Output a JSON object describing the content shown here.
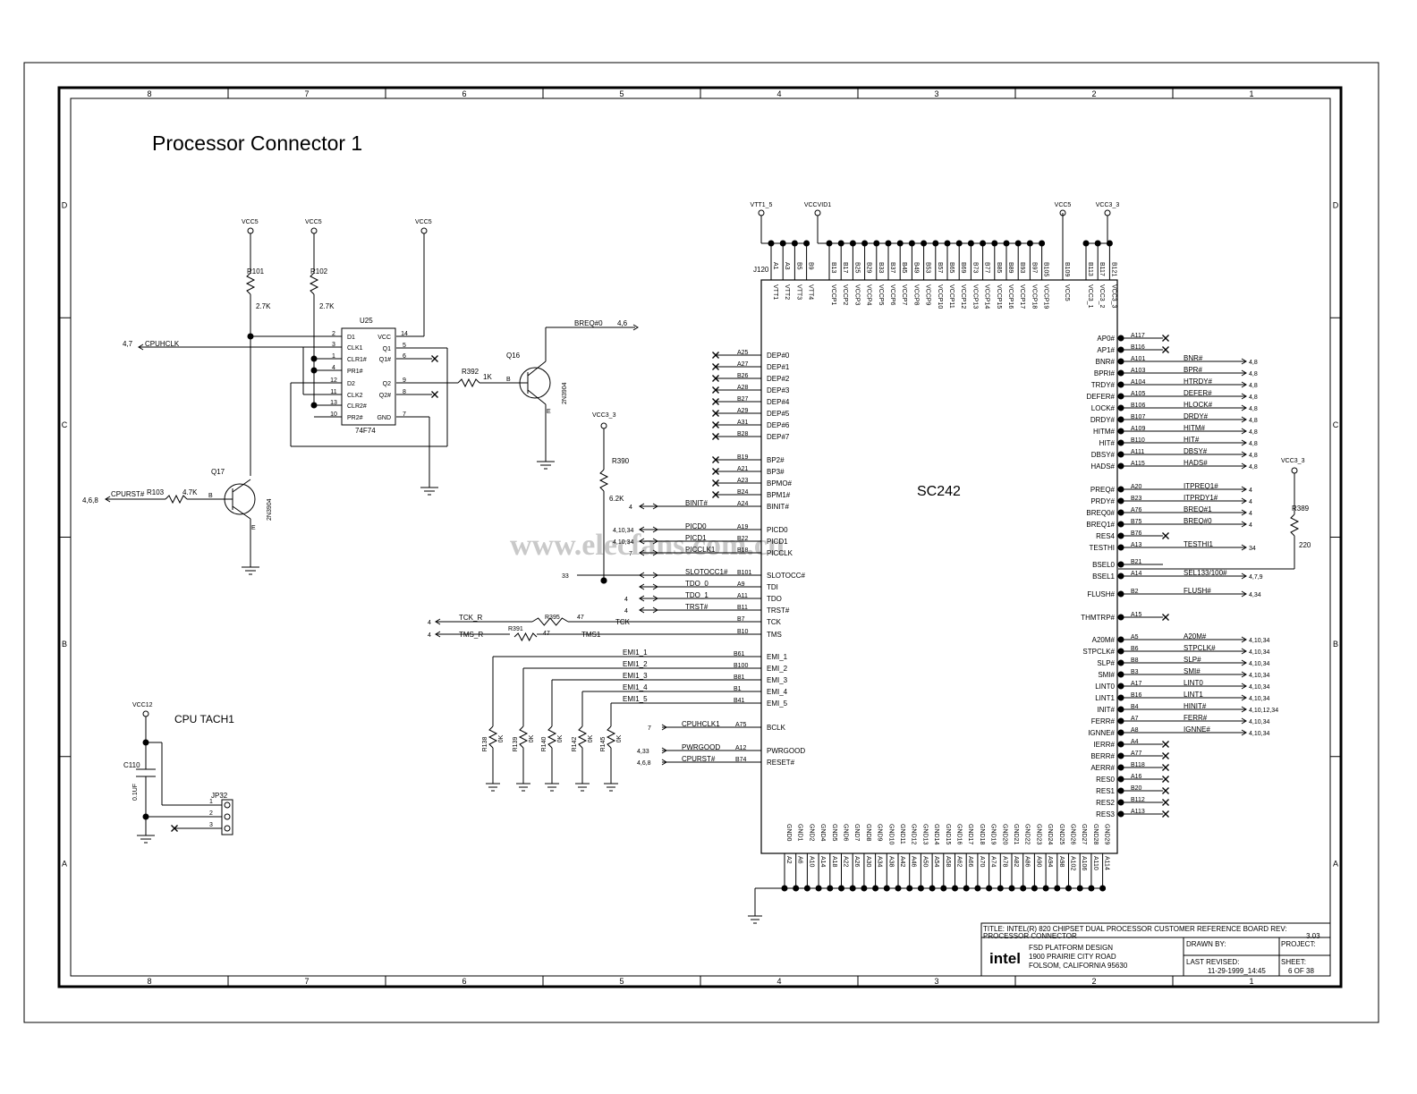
{
  "title": "Processor Connector 1",
  "chip_name": "SC242",
  "connector_ref": "J120",
  "watermark": "www.elecfans.com.cn",
  "border": {
    "columns": [
      "8",
      "7",
      "6",
      "5",
      "4",
      "3",
      "2",
      "1"
    ],
    "rows": [
      "D",
      "C",
      "B",
      "A"
    ]
  },
  "power_labels": [
    "VCC5",
    "VCC5",
    "VCC5",
    "VTT1_5",
    "VCCVID1",
    "VCC5",
    "VCC3_3",
    "VCC3_3",
    "VCC3_3",
    "VCC12"
  ],
  "left_circuit": {
    "r101": "R101",
    "r101_val": "2.7K",
    "r102": "R102",
    "r102_val": "2.7K",
    "u25": "U25",
    "u25_part": "74F74",
    "u25_pins": [
      "D1",
      "CLK1",
      "CLR1#",
      "PR1#",
      "D2",
      "CLK2",
      "CLR2#",
      "PR2#",
      "VCC",
      "Q1",
      "Q1#",
      "Q2",
      "Q2#",
      "GND"
    ],
    "u25_pin_nums": [
      "2",
      "3",
      "1",
      "4",
      "12",
      "11",
      "13",
      "10",
      "14",
      "5",
      "6",
      "9",
      "8",
      "7"
    ],
    "cpuhclk_ref": "4,7",
    "cpuhclk": "CPUHCLK",
    "r392": "R392",
    "r392_val": "1K",
    "q16": "Q16",
    "q16_part": "2N3904",
    "q16_pin_b": "B",
    "q16_pin_e": "E",
    "breq0": "BREQ#0",
    "breq0_ref": "4,6",
    "q17": "Q17",
    "q17_part": "2N3904",
    "q17_pin_b": "B",
    "q17_pin_e": "E",
    "cpurst_ref": "4,6,8",
    "cpurst": "CPURST#",
    "r103": "R103",
    "r103_val": "4.7K",
    "r390": "R390",
    "r390_val": "6.2K",
    "vcc12": "VCC12",
    "tach": "CPU TACH1",
    "c110": "C110",
    "c110_val": "0.1UF",
    "jp32": "JP32",
    "jp32_pins": [
      "1",
      "2",
      "3"
    ]
  },
  "mid_signals": [
    {
      "ref": "4",
      "net": "BINIT#",
      "pin": "A24"
    },
    {
      "ref": "4,10,34",
      "net": "PICD0",
      "pin": "A19"
    },
    {
      "ref": "4,10,34",
      "net": "PICD1",
      "pin": "B22"
    },
    {
      "ref": "7",
      "net": "PICCLK1",
      "pin": "B18"
    },
    {
      "ref": "33",
      "net": "SLOTOCC1#",
      "pin": "B101"
    },
    {
      "ref": "",
      "net": "TDO_0",
      "pin": "A9"
    },
    {
      "ref": "4",
      "net": "TDO_1",
      "pin": "A11"
    },
    {
      "ref": "4",
      "net": "TRST#",
      "pin": "B11"
    },
    {
      "ref": "4",
      "net": "TCK",
      "pin": "B7"
    },
    {
      "ref": "",
      "net": "TMS1",
      "pin": "B10"
    }
  ],
  "tck_tms": {
    "tck_ref": "4",
    "tck": "TCK_R",
    "r395": "R395",
    "r395_val": "47",
    "tms_ref": "4",
    "tms": "TMS_R",
    "r391": "R391",
    "r391_val": "47"
  },
  "emi": [
    {
      "net": "EMI1_1",
      "pin": "B61"
    },
    {
      "net": "EMI1_2",
      "pin": "B100"
    },
    {
      "net": "EMI1_3",
      "pin": "B81"
    },
    {
      "net": "EMI1_4",
      "pin": "B1"
    },
    {
      "net": "EMI1_5",
      "pin": "B41"
    }
  ],
  "emi_resistors": [
    {
      "ref": "R138",
      "val": "0K"
    },
    {
      "ref": "R139",
      "val": "0K"
    },
    {
      "ref": "R140",
      "val": "0K"
    },
    {
      "ref": "R142",
      "val": "0K"
    },
    {
      "ref": "R145",
      "val": "0K"
    }
  ],
  "clk_rst": [
    {
      "ref": "7",
      "net": "CPUHCLK1",
      "pin": "A75"
    },
    {
      "ref": "4,33",
      "net": "PWRGOOD",
      "pin": "A12"
    },
    {
      "ref": "4,6,8",
      "net": "CPURST#",
      "pin": "B74"
    }
  ],
  "chip_left_pins": [
    "DEP#0",
    "DEP#1",
    "DEP#2",
    "DEP#3",
    "DEP#4",
    "DEP#5",
    "DEP#6",
    "DEP#7",
    "BP2#",
    "BP3#",
    "BPMO#",
    "BPM1#",
    "BINIT#",
    "PICD0",
    "PICD1",
    "PICCLK",
    "SLOTOCC#",
    "TDI",
    "TDO",
    "TRST#",
    "TCK",
    "TMS",
    "EMI_1",
    "EMI_2",
    "EMI_3",
    "EMI_4",
    "EMI_5",
    "BCLK",
    "PWRGOOD",
    "RESET#"
  ],
  "chip_left_pin_numbers": [
    "A25",
    "A27",
    "B26",
    "A28",
    "B27",
    "A29",
    "A31",
    "B28",
    "B19",
    "A21",
    "A23",
    "B24"
  ],
  "top_pins": {
    "vtt_nums": [
      "A1",
      "A3",
      "B5",
      "B9"
    ],
    "vtt_names": [
      "VTT1",
      "VTT2",
      "VTT3",
      "VTT4"
    ],
    "vccp_nums": [
      "B13",
      "B17",
      "B25",
      "B29",
      "B33",
      "B37",
      "B45",
      "B49",
      "B53",
      "B57",
      "B65",
      "B69",
      "B73",
      "B77",
      "B85",
      "B89",
      "B93",
      "B97",
      "B105"
    ],
    "vccp_names": [
      "VCCP1",
      "VCCP2",
      "VCCP3",
      "VCCP4",
      "VCCP5",
      "VCCP6",
      "VCCP7",
      "VCCP8",
      "VCCP9",
      "VCCP10",
      "VCCP11",
      "VCCP12",
      "VCCP13",
      "VCCP14",
      "VCCP15",
      "VCCP16",
      "VCCP17",
      "VCCP18",
      "VCCP19"
    ],
    "vcc5_num": "B109",
    "vcc5_name": "VCC5",
    "vcc33_nums": [
      "B113",
      "B117",
      "B121"
    ],
    "vcc33_names": [
      "VCC3_1",
      "VCC3_2",
      "VCC3_3"
    ]
  },
  "bottom_pins": {
    "gnd_names": [
      "GND0",
      "GND1",
      "GND2",
      "GND4",
      "GND5",
      "GND6",
      "GND7",
      "GND8",
      "GND9",
      "GND10",
      "GND11",
      "GND12",
      "GND13",
      "GND14",
      "GND15",
      "GND16",
      "GND17",
      "GND18",
      "GND19",
      "GND20",
      "GND21",
      "GND22",
      "GND23",
      "GND24",
      "GND25",
      "GND26",
      "GND27",
      "GND28",
      "GND29"
    ],
    "gnd_nums": [
      "A2",
      "A6",
      "A10",
      "A14",
      "A18",
      "A22",
      "A26",
      "A30",
      "A34",
      "A38",
      "A42",
      "A46",
      "A50",
      "A54",
      "A58",
      "A62",
      "A66",
      "A70",
      "A74",
      "A78",
      "A82",
      "A86",
      "A90",
      "A94",
      "A98",
      "A102",
      "A106",
      "A110",
      "A114"
    ]
  },
  "right_pins": [
    {
      "name": "AP0#",
      "pin": "A117",
      "net": "",
      "ref": "",
      "nc": true
    },
    {
      "name": "AP1#",
      "pin": "B116",
      "net": "",
      "ref": "",
      "nc": true
    },
    {
      "name": "BNR#",
      "pin": "A101",
      "net": "BNR#",
      "ref": "4,8",
      "nc": false
    },
    {
      "name": "BPRI#",
      "pin": "A103",
      "net": "BPR#",
      "ref": "4,8",
      "nc": false
    },
    {
      "name": "TRDY#",
      "pin": "A104",
      "net": "HTRDY#",
      "ref": "4,8",
      "nc": false
    },
    {
      "name": "DEFER#",
      "pin": "A105",
      "net": "DEFER#",
      "ref": "4,8",
      "nc": false
    },
    {
      "name": "LOCK#",
      "pin": "B106",
      "net": "HLOCK#",
      "ref": "4,8",
      "nc": false
    },
    {
      "name": "DRDY#",
      "pin": "B107",
      "net": "DRDY#",
      "ref": "4,8",
      "nc": false
    },
    {
      "name": "HITM#",
      "pin": "A109",
      "net": "HITM#",
      "ref": "4,8",
      "nc": false
    },
    {
      "name": "HIT#",
      "pin": "B110",
      "net": "HIT#",
      "ref": "4,8",
      "nc": false
    },
    {
      "name": "DBSY#",
      "pin": "A111",
      "net": "DBSY#",
      "ref": "4,8",
      "nc": false
    },
    {
      "name": "HADS#",
      "pin": "A115",
      "net": "HADS#",
      "ref": "4,8",
      "nc": false
    },
    {
      "name": "PREQ#",
      "pin": "A20",
      "net": "ITPREQ1#",
      "ref": "4",
      "nc": false
    },
    {
      "name": "PRDY#",
      "pin": "B23",
      "net": "ITPRDY1#",
      "ref": "4",
      "nc": false
    },
    {
      "name": "BREQ0#",
      "pin": "A76",
      "net": "BREQ#1",
      "ref": "4",
      "nc": false
    },
    {
      "name": "BREQ1#",
      "pin": "B75",
      "net": "BREQ#0",
      "ref": "4",
      "nc": false
    },
    {
      "name": "RES4",
      "pin": "B76",
      "net": "",
      "ref": "",
      "nc": true
    },
    {
      "name": "TESTHI",
      "pin": "A13",
      "net": "TESTHI1",
      "ref": "34",
      "nc": false
    },
    {
      "name": "BSEL0",
      "pin": "B21",
      "net": "",
      "ref": "",
      "nc": false
    },
    {
      "name": "BSEL1",
      "pin": "A14",
      "net": "SEL133/100#",
      "ref": "4,7,9",
      "nc": false
    },
    {
      "name": "FLUSH#",
      "pin": "B2",
      "net": "FLUSH#",
      "ref": "4,34",
      "nc": false
    },
    {
      "name": "THMTRP#",
      "pin": "A15",
      "net": "",
      "ref": "",
      "nc": true
    },
    {
      "name": "A20M#",
      "pin": "A5",
      "net": "A20M#",
      "ref": "4,10,34",
      "nc": false
    },
    {
      "name": "STPCLK#",
      "pin": "B6",
      "net": "STPCLK#",
      "ref": "4,10,34",
      "nc": false
    },
    {
      "name": "SLP#",
      "pin": "B8",
      "net": "SLP#",
      "ref": "4,10,34",
      "nc": false
    },
    {
      "name": "SMI#",
      "pin": "B3",
      "net": "SMI#",
      "ref": "4,10,34",
      "nc": false
    },
    {
      "name": "LINT0",
      "pin": "A17",
      "net": "LINT0",
      "ref": "4,10,34",
      "nc": false
    },
    {
      "name": "LINT1",
      "pin": "B16",
      "net": "LINT1",
      "ref": "4,10,34",
      "nc": false
    },
    {
      "name": "INIT#",
      "pin": "B4",
      "net": "HINIT#",
      "ref": "4,10,12,34",
      "nc": false
    },
    {
      "name": "FERR#",
      "pin": "A7",
      "net": "FERR#",
      "ref": "4,10,34",
      "nc": false
    },
    {
      "name": "IGNNE#",
      "pin": "A8",
      "net": "IGNNE#",
      "ref": "4,10,34",
      "nc": false
    },
    {
      "name": "IERR#",
      "pin": "A4",
      "net": "",
      "ref": "",
      "nc": true
    },
    {
      "name": "BERR#",
      "pin": "A77",
      "net": "",
      "ref": "",
      "nc": true
    },
    {
      "name": "AERR#",
      "pin": "B118",
      "net": "",
      "ref": "",
      "nc": true
    },
    {
      "name": "RES0",
      "pin": "A16",
      "net": "",
      "ref": "",
      "nc": true
    },
    {
      "name": "RES1",
      "pin": "B20",
      "net": "",
      "ref": "",
      "nc": true
    },
    {
      "name": "RES2",
      "pin": "B112",
      "net": "",
      "ref": "",
      "nc": true
    },
    {
      "name": "RES3",
      "pin": "A113",
      "net": "",
      "ref": "",
      "nc": true
    }
  ],
  "right_extra": {
    "vcc": "VCC3_3",
    "r389": "R389",
    "r389_val": "220"
  },
  "title_block": {
    "title_line1": "TITLE: INTEL(R) 820 CHIPSET DUAL PROCESSOR CUSTOMER REFERENCE BOARD REV:",
    "title_line2": "PROCESSOR CONNECTOR",
    "rev": "3.03",
    "logo": "intel",
    "company": "FSD PLATFORM DESIGN",
    "address1": "1900 PRAIRIE CITY ROAD",
    "address2": "FOLSOM, CALIFORNIA 95630",
    "drawn_by": "DRAWN BY:",
    "project": "PROJECT:",
    "last_revised": "LAST REVISED:",
    "date": "11-29-1999_14:45",
    "sheet_label": "SHEET:",
    "sheet": "6 OF 38"
  }
}
